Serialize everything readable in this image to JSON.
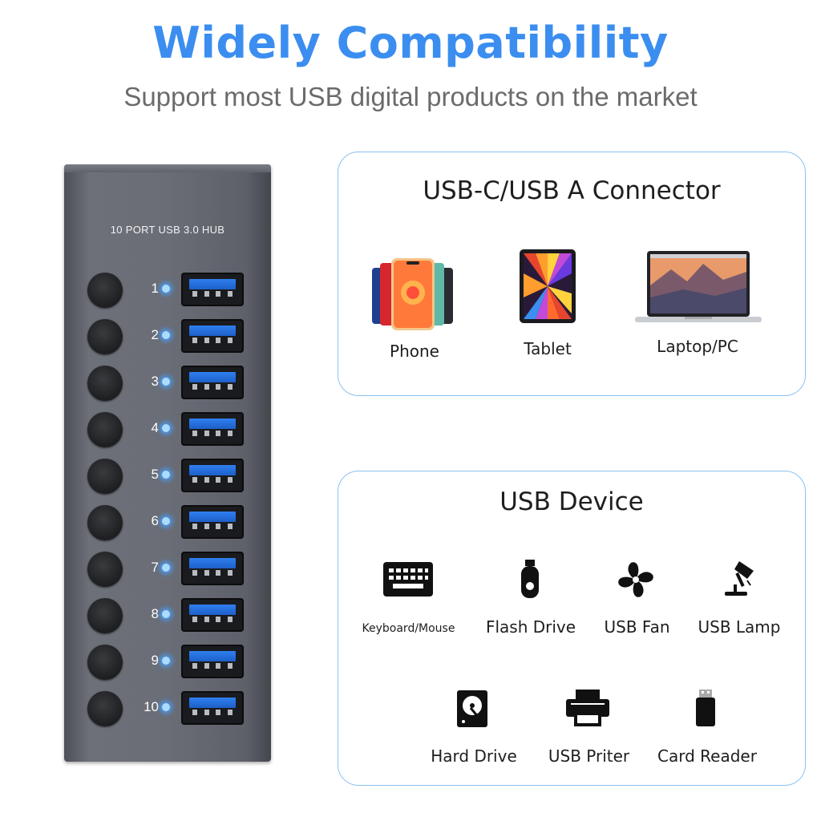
{
  "header": {
    "title": "Widely Compatibility",
    "subtitle": "Support most USB digital products on the market"
  },
  "hub": {
    "label": "10 PORT USB 3.0 HUB",
    "ports": [
      "1",
      "2",
      "3",
      "4",
      "5",
      "6",
      "7",
      "8",
      "9",
      "10"
    ]
  },
  "connector_card": {
    "title": "USB-C/USB A Connector",
    "devices": [
      {
        "label": "Phone",
        "icon": "phone-icon"
      },
      {
        "label": "Tablet",
        "icon": "tablet-icon"
      },
      {
        "label": "Laptop/PC",
        "icon": "laptop-icon"
      }
    ]
  },
  "device_card": {
    "title": "USB Device",
    "devices": [
      {
        "label": "Keyboard/Mouse",
        "icon": "keyboard-icon"
      },
      {
        "label": "Flash Drive",
        "icon": "flash-drive-icon"
      },
      {
        "label": "USB Fan",
        "icon": "fan-icon"
      },
      {
        "label": "USB Lamp",
        "icon": "lamp-icon"
      },
      {
        "label": "Hard Drive",
        "icon": "hard-drive-icon"
      },
      {
        "label": "USB Priter",
        "icon": "printer-icon"
      },
      {
        "label": "Card Reader",
        "icon": "card-reader-icon"
      }
    ]
  },
  "colors": {
    "accent": "#3b8ef0",
    "card_border": "#8cc1f2",
    "hub_body": "#6a6d76",
    "led": "#46a0ff"
  }
}
